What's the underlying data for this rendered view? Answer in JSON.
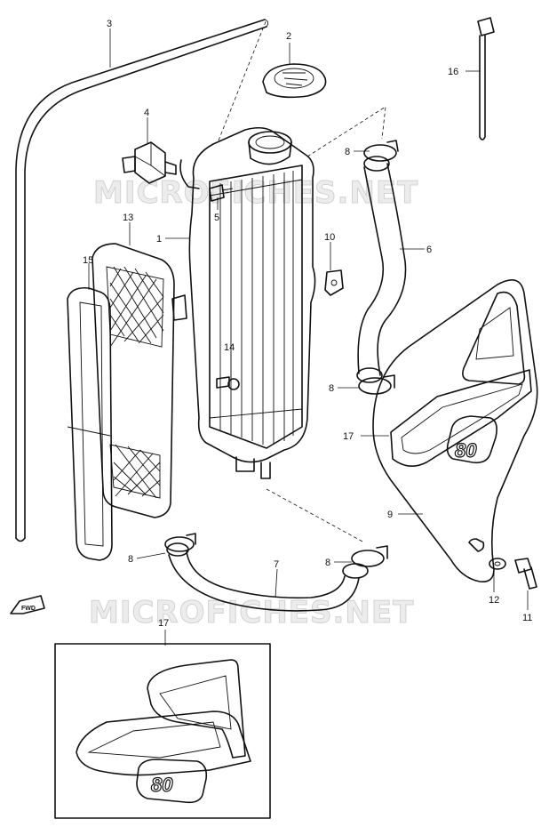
{
  "watermarks": [
    "MICROFICHES.NET",
    "MICROFICHES.NET"
  ],
  "direction_label": "FWD",
  "badge_text": "80",
  "callouts": [
    "1",
    "2",
    "3",
    "4",
    "5",
    "6",
    "7",
    "8",
    "8",
    "8",
    "8",
    "9",
    "10",
    "11",
    "12",
    "13",
    "14",
    "15",
    "16",
    "17",
    "17"
  ]
}
